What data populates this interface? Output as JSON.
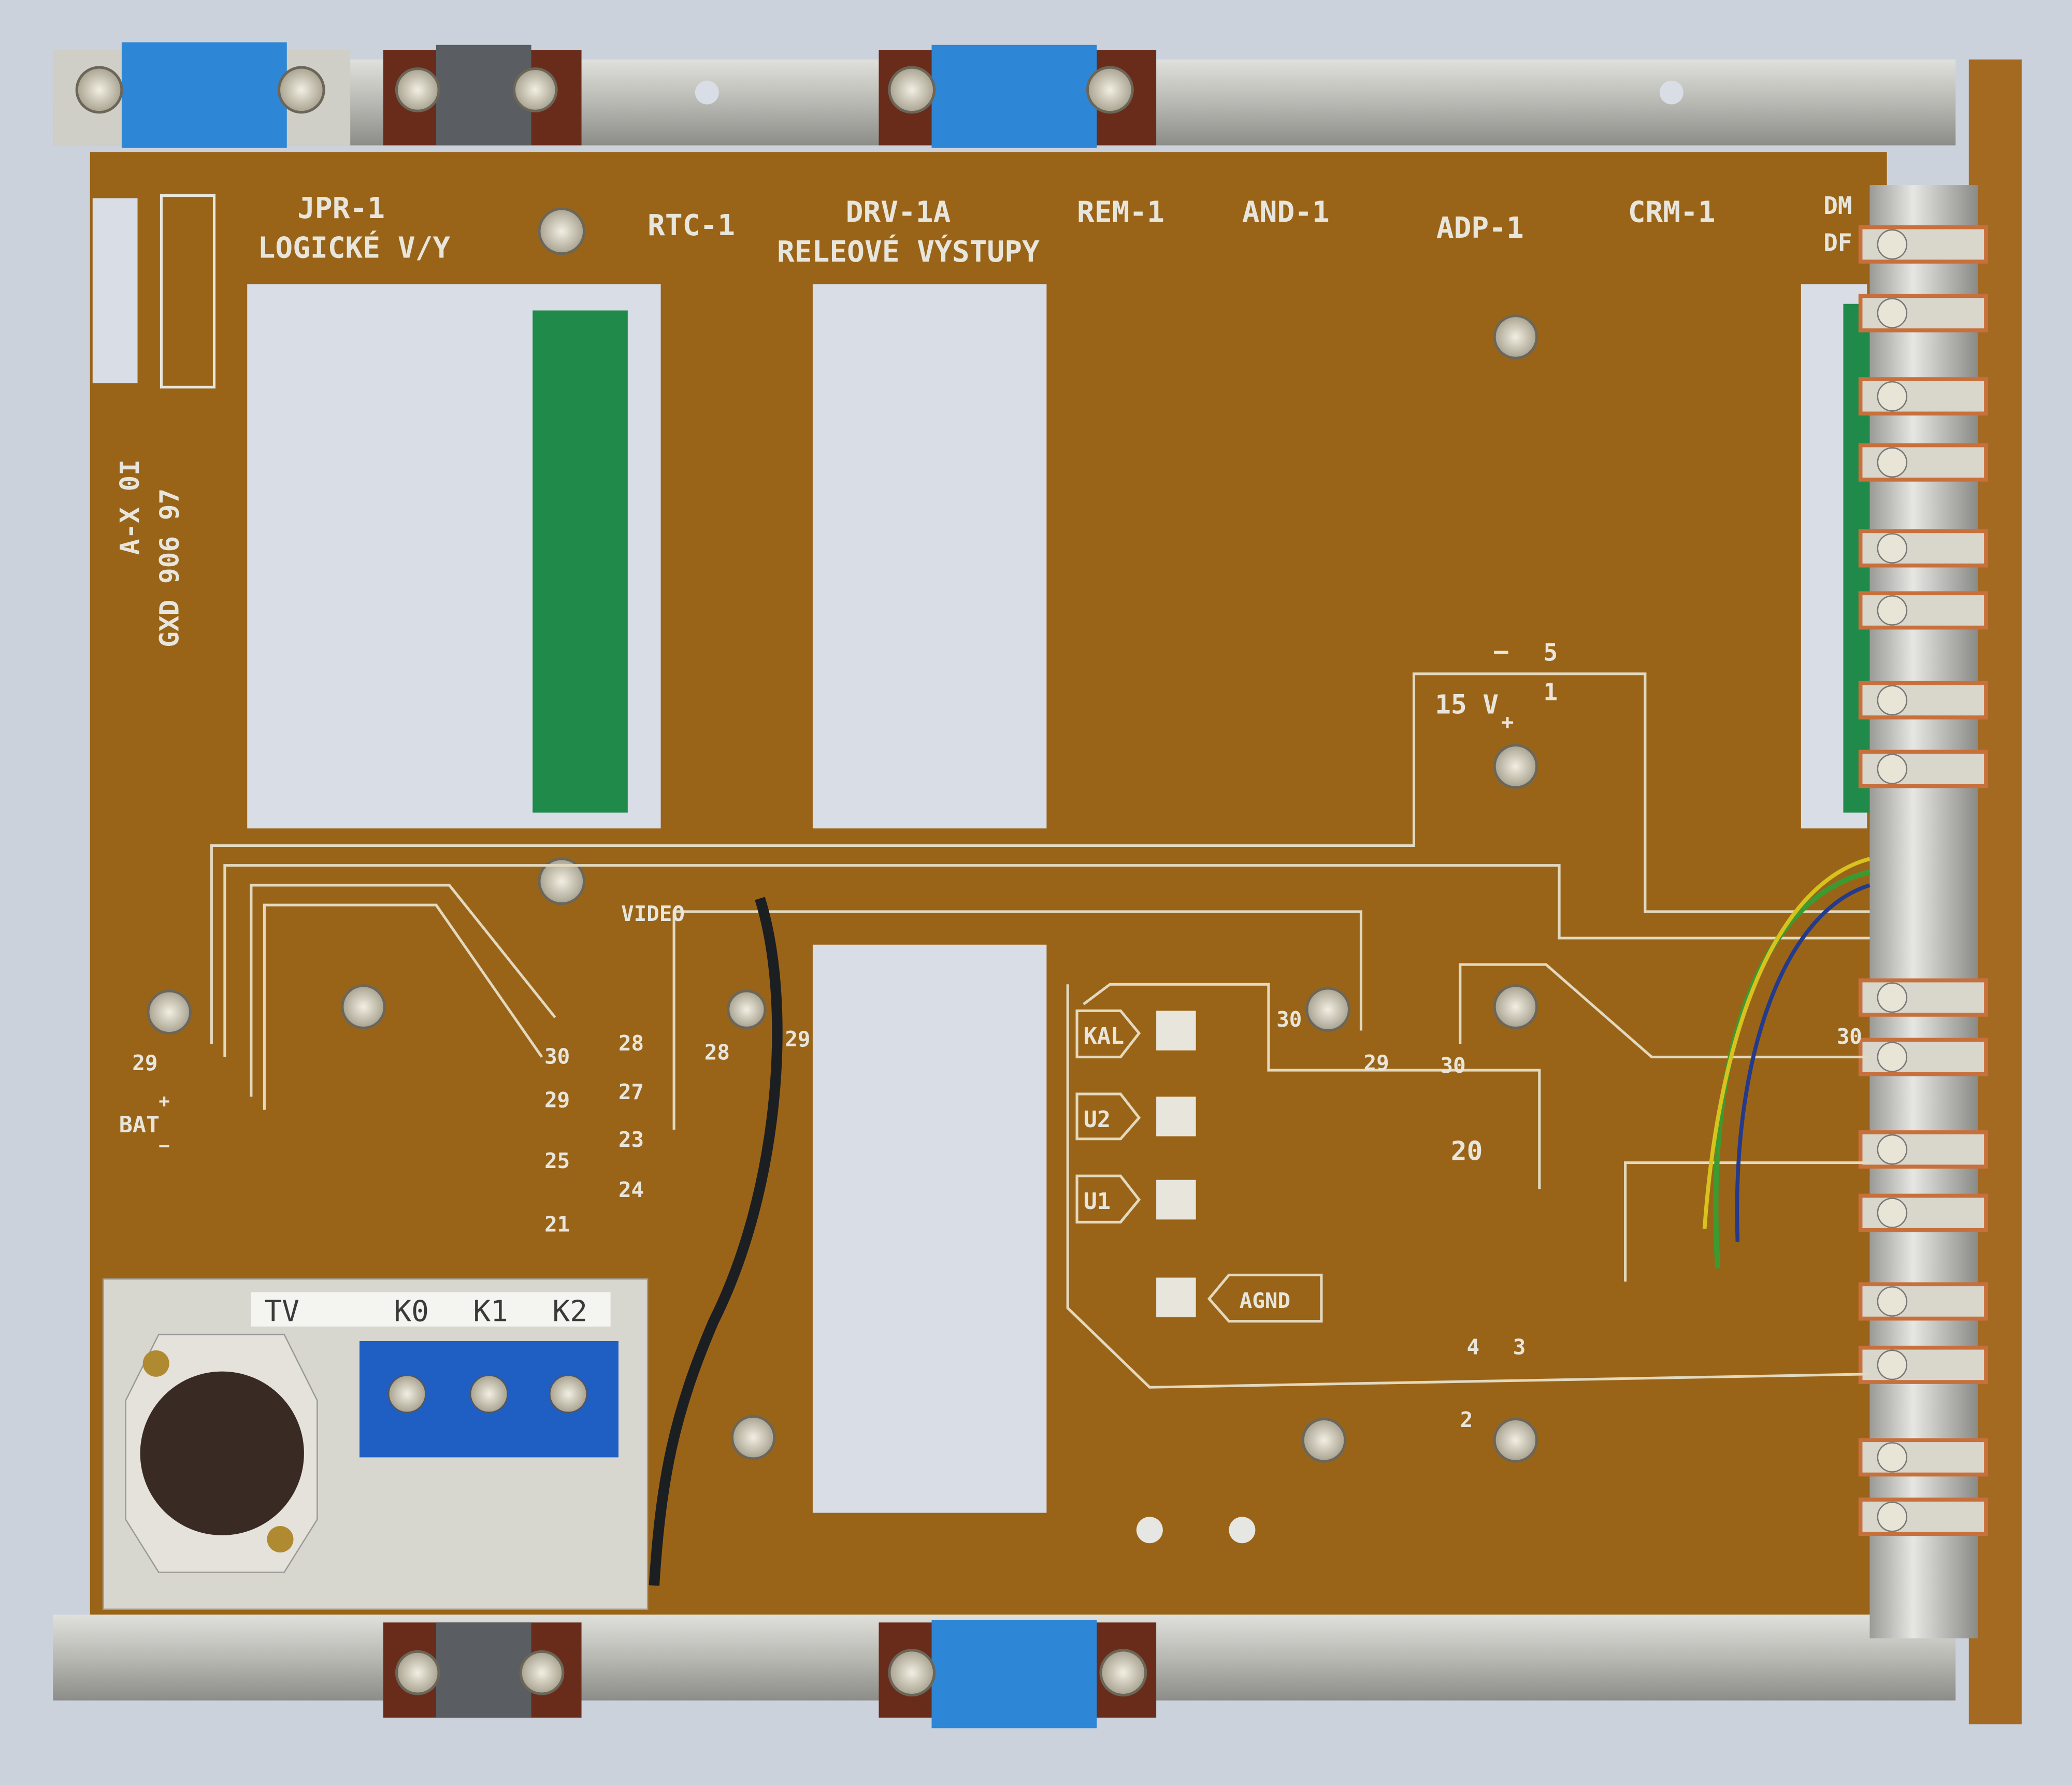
{
  "colors": {
    "board": "#9a6418",
    "background": "#ccd2dc",
    "rail": "#c8c8c4",
    "tape_blue": "#2d86d6",
    "tape_grey": "#5a5d61",
    "connector_green": "#1f8a4a",
    "copper": "#c8703c"
  },
  "slot_labels": {
    "jpr": "JPR-1",
    "logic": "LOGICKÉ V/Y",
    "rtc": "RTC-1",
    "drv": "DRV-1A",
    "relay": "RELEOVÉ VÝSTUPY",
    "rem": "REM-1",
    "and": "AND-1",
    "adp": "ADP-1",
    "crm": "CRM-1",
    "dm": "DM",
    "df": "DF"
  },
  "side_marks": {
    "part_number": "GXD 906 97",
    "revision": "A-X 0I"
  },
  "power": {
    "minus_pin": "5",
    "plus_pin": "1",
    "voltage": "15 V",
    "minus": "−",
    "plus": "+"
  },
  "signal_labels": {
    "video": "VIDEO",
    "kal": "KAL",
    "u2": "U2",
    "u1": "U1",
    "agnd": "AGND",
    "bat": "BAT",
    "bat_plus": "+",
    "bat_minus": "−"
  },
  "pin_numbers": {
    "p29_left": "29",
    "p30_a": "30",
    "p28_a": "28",
    "p29_b": "29",
    "p27": "27",
    "p25": "25",
    "p23": "23",
    "p21": "21",
    "p24": "24",
    "p28_b": "28",
    "p29_c": "29",
    "p30_b": "30",
    "p29_d": "29",
    "p30_c": "30",
    "p20": "20",
    "p4": "4",
    "p3": "3",
    "p2": "2",
    "p30_right": "30"
  },
  "terminal_block": {
    "labels": [
      "TV",
      "K0",
      "K1",
      "K2"
    ]
  }
}
